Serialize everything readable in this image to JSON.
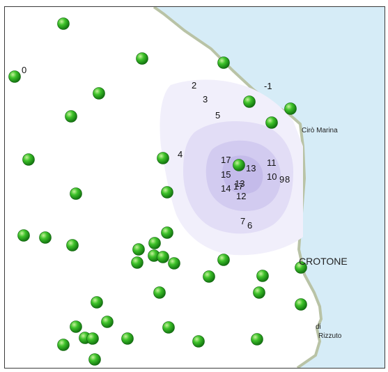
{
  "colors": {
    "sea": "#d6ecf7",
    "land": "#ffffff",
    "shore": "#b9c3a6",
    "marker_fill": "#22a51b",
    "marker_highlight": "#9be070",
    "contour_outer": "#f1effb",
    "contour_mid": "#e2ddf6",
    "contour_inner": "#d2cbf0",
    "contour_core": "#c4bbea"
  },
  "place_labels": {
    "ciro_marina": "Cirò Marina",
    "crotone": "CROTONE",
    "capo_rizzuto_di": "di",
    "capo_rizzuto": "Rizzuto"
  },
  "value_labels": [
    "0",
    "2",
    "3",
    "-1",
    "5",
    "4",
    "17",
    "11",
    "15",
    "13",
    "17",
    "10",
    "9",
    "8",
    "14",
    "13",
    "12",
    "7",
    "6"
  ],
  "stations_count": 44
}
